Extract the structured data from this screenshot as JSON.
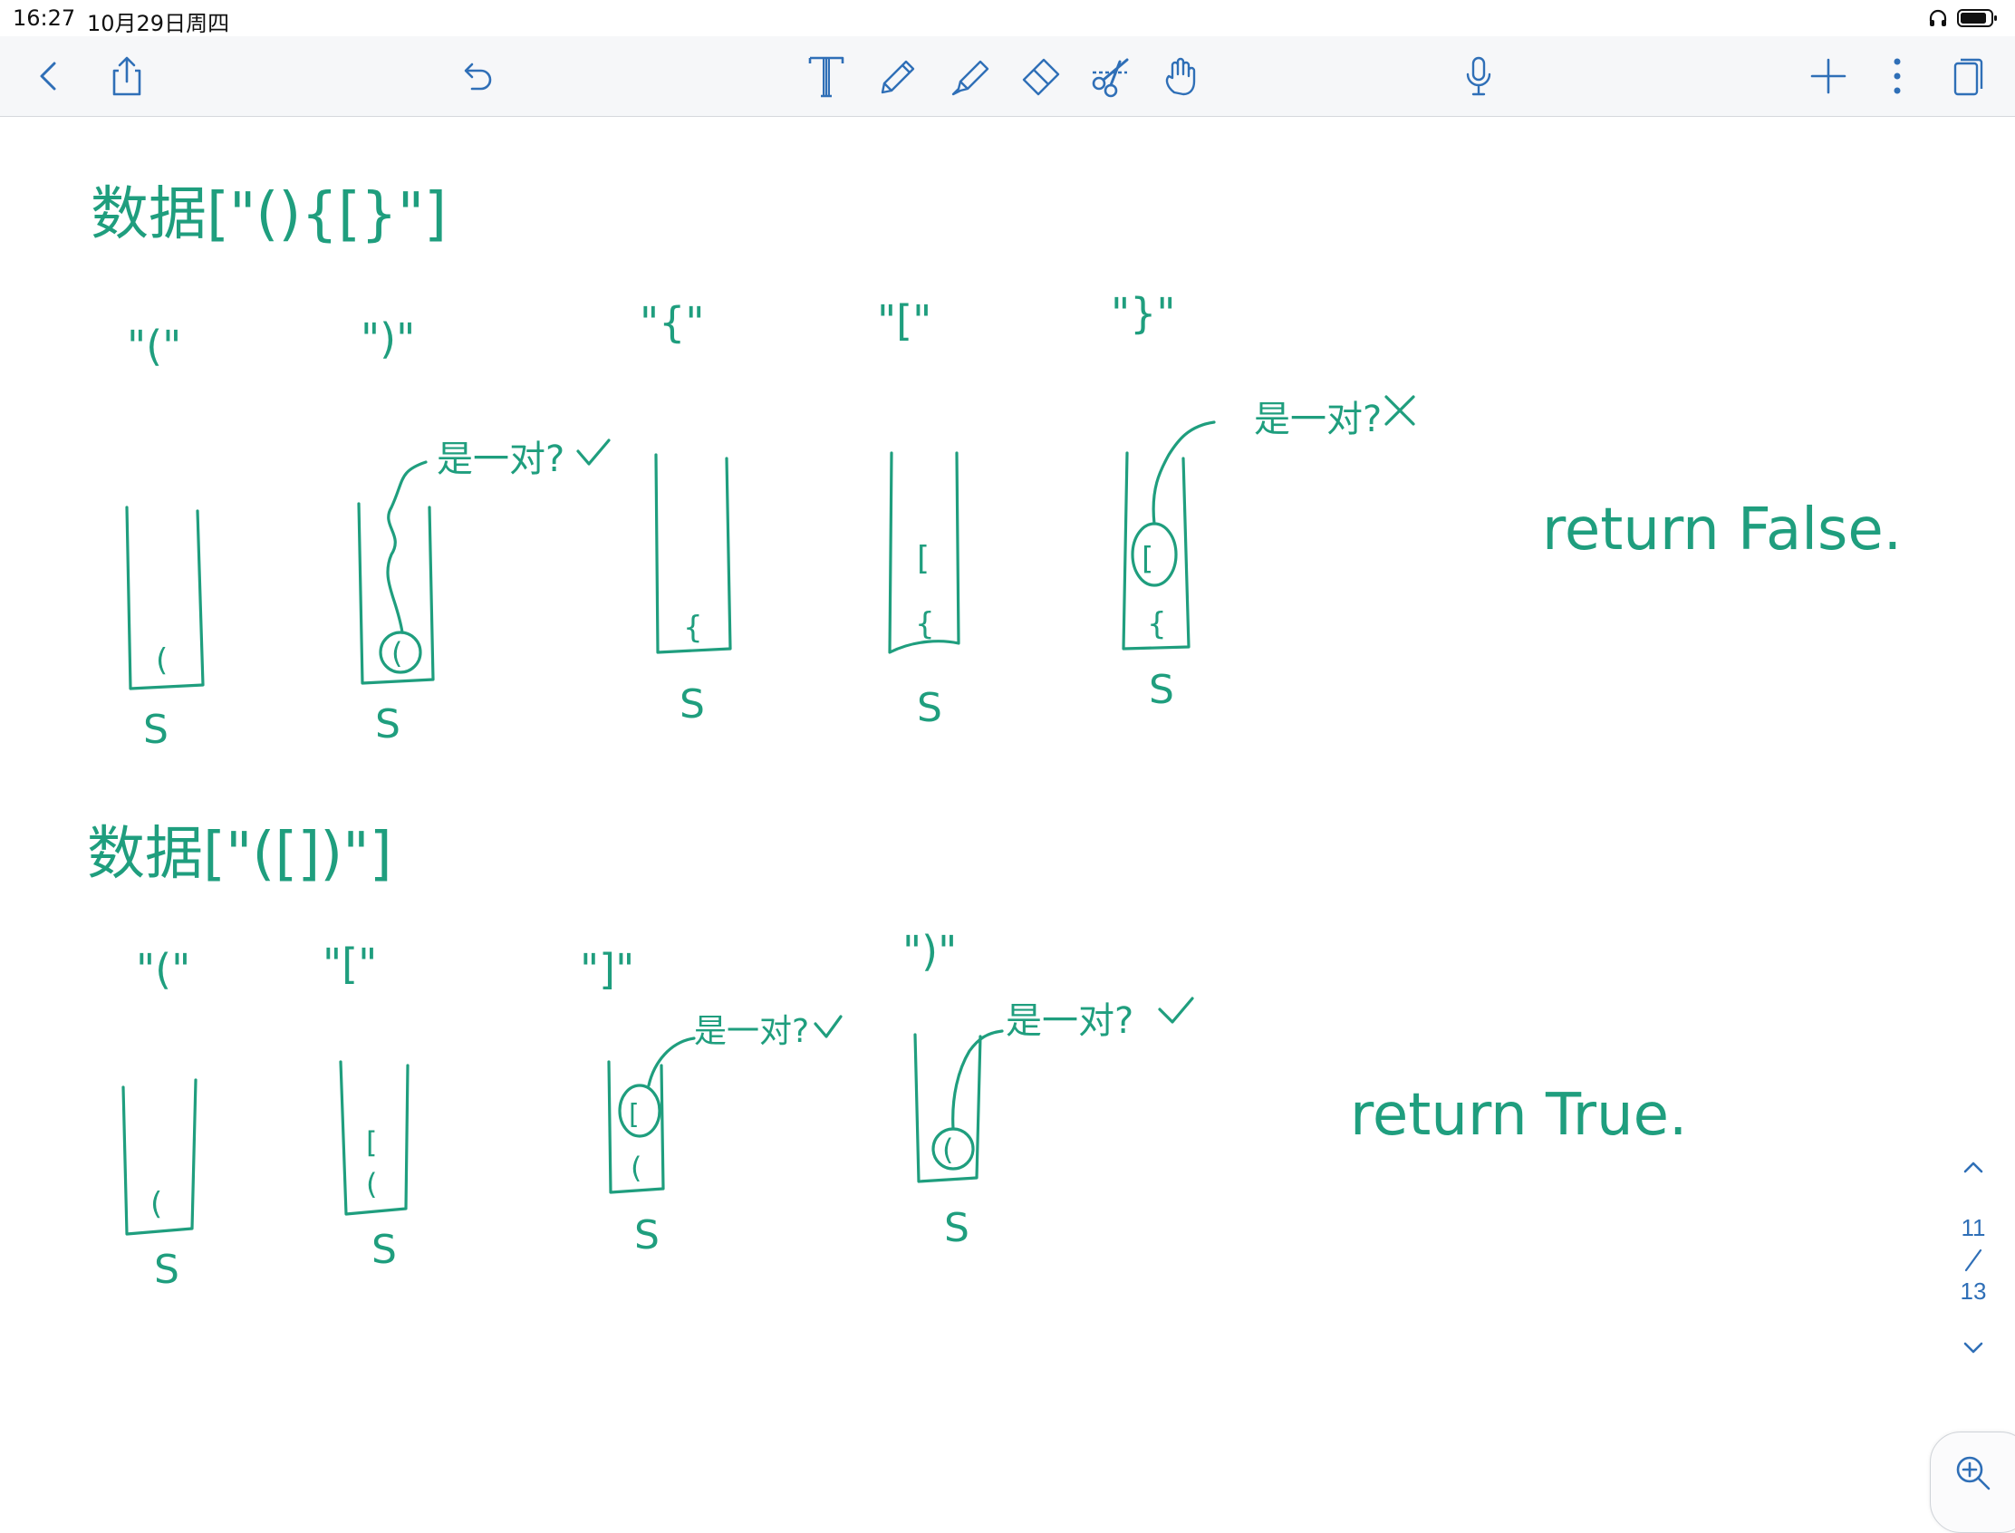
{
  "status_bar": {
    "time": "16:27",
    "date": "10月29日周四"
  },
  "toolbar": {
    "left_icons": [
      "chevron-left-icon",
      "share-icon",
      "undo-icon"
    ],
    "tools": [
      "text-tool-icon",
      "pen-tool-icon",
      "highlighter-tool-icon",
      "eraser-tool-icon",
      "lasso-scissors-icon",
      "hand-pointer-icon"
    ],
    "center_right": [
      "microphone-icon"
    ],
    "right_icons": [
      "add-icon",
      "more-vertical-icon",
      "pages-icon"
    ]
  },
  "page_nav": {
    "current": "11",
    "total": "13"
  },
  "ink_color": "#1f9e7e",
  "accent_color": "#2f6fb7",
  "notes": {
    "section1_title": "数据[\"(){[}\"]",
    "section1_tokens": [
      "\"(\"",
      "\")\"",
      "\"{\"",
      "\"[\"",
      "\"}\""
    ],
    "section1_result": "return False.",
    "section2_title": "数据[\"([])\"]",
    "section2_tokens": [
      "\"(\"",
      "\"[\"",
      "\"]\"",
      "\")\""
    ],
    "section2_result": "return True.",
    "pair_question": "是一对?",
    "stack_label": "S"
  }
}
